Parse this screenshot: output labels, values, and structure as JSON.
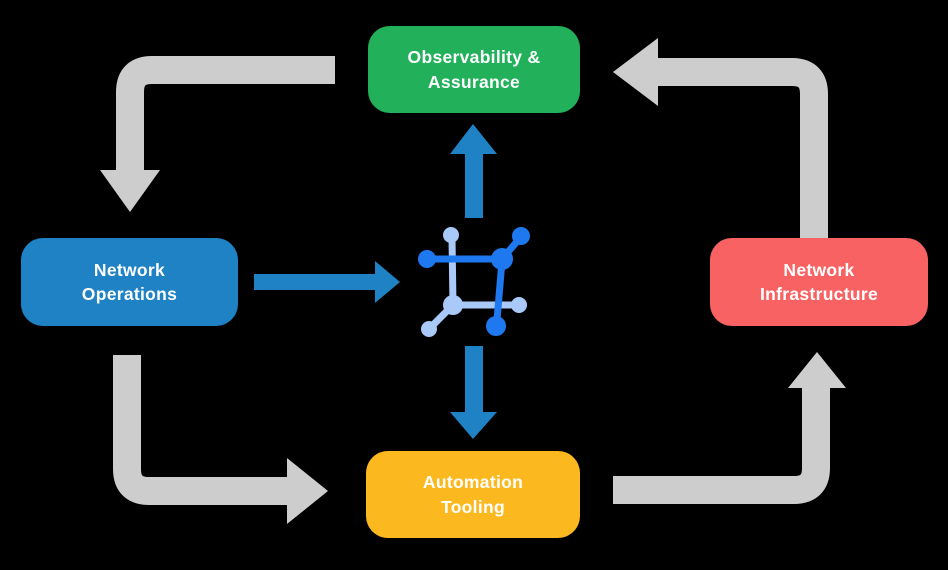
{
  "diagram": {
    "title": "Network automation lifecycle diagram",
    "background_color": "#000000",
    "nodes": [
      {
        "id": "observability-assurance",
        "label": "Observability &\nAssurance",
        "color": "#22b15a"
      },
      {
        "id": "network-operations",
        "label": "Network\nOperations",
        "color": "#1e82c4"
      },
      {
        "id": "network-infrastructure",
        "label": "Network\nInfrastructure",
        "color": "#f96262"
      },
      {
        "id": "automation-tooling",
        "label": "Automation\nTooling",
        "color": "#fcb91f"
      }
    ],
    "cycle_arrows": {
      "color": "#cdcdcd",
      "flows": [
        {
          "from": "observability-assurance",
          "to": "network-operations"
        },
        {
          "from": "network-operations",
          "to": "automation-tooling"
        },
        {
          "from": "automation-tooling",
          "to": "network-infrastructure"
        },
        {
          "from": "network-infrastructure",
          "to": "observability-assurance"
        }
      ]
    },
    "accent_arrows": {
      "color": "#1e82c4",
      "flows": [
        {
          "from": "network-operations",
          "to": "network-hub-icon"
        },
        {
          "from": "network-hub-icon",
          "to": "observability-assurance"
        },
        {
          "from": "network-hub-icon",
          "to": "automation-tooling"
        }
      ]
    },
    "center_icon": {
      "name": "network-hub-icon",
      "dark_color": "#1e78f0",
      "light_color": "#a9c9f9"
    }
  }
}
